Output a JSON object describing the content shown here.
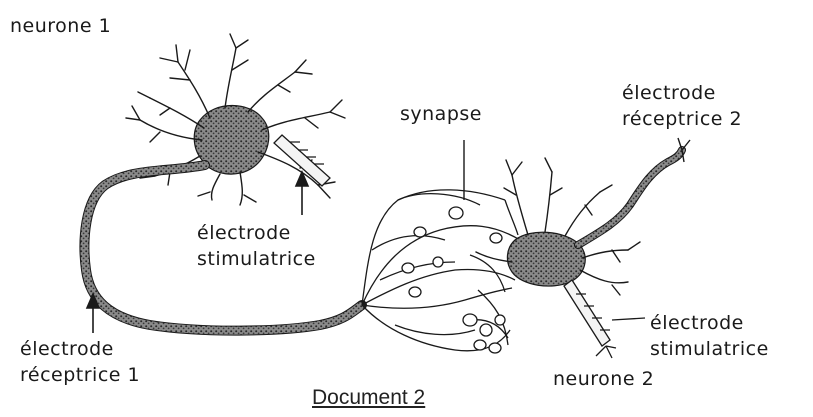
{
  "labels": {
    "neurone1": "neurone 1",
    "synapse": "synapse",
    "electrode_receptrice_2_line1": "électrode",
    "electrode_receptrice_2_line2": "réceptrice 2",
    "electrode_stimulatrice_1_line1": "électrode",
    "electrode_stimulatrice_1_line2": "stimulatrice",
    "electrode_receptrice_1_line1": "électrode",
    "electrode_receptrice_1_line2": "réceptrice 1",
    "electrode_stimulatrice_2_line1": "électrode",
    "electrode_stimulatrice_2_line2": "stimulatrice",
    "neurone2": "neurone 2"
  },
  "caption": "Document 2",
  "colors": {
    "ink": "#1a1a1a",
    "stipple": "#5a5a5a",
    "background": "#ffffff"
  }
}
